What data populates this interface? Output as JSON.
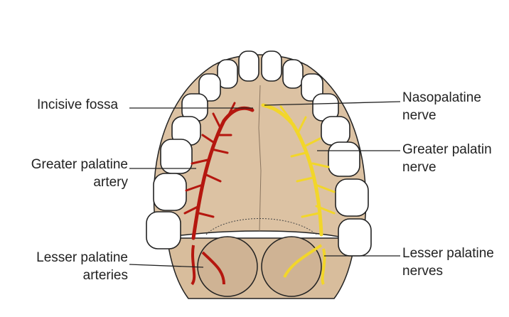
{
  "labels": {
    "incisive_fossa": "Incisive fossa",
    "nasopalatine": [
      "Nasopalatine",
      "nerve"
    ],
    "greater_palatine_artery": [
      "Greater palatine",
      "artery"
    ],
    "greater_palatine_nerve": [
      "Greater palatin",
      "nerve"
    ],
    "lesser_palatine_arteries": [
      "Lesser palatine",
      "arteries"
    ],
    "lesser_palatine_nerves": [
      "Lesser palatine",
      "nerves"
    ]
  },
  "colors": {
    "bone": "#dcc2a3",
    "artery": "#b5170f",
    "nerve": "#f2d62a",
    "outline": "#222222"
  }
}
